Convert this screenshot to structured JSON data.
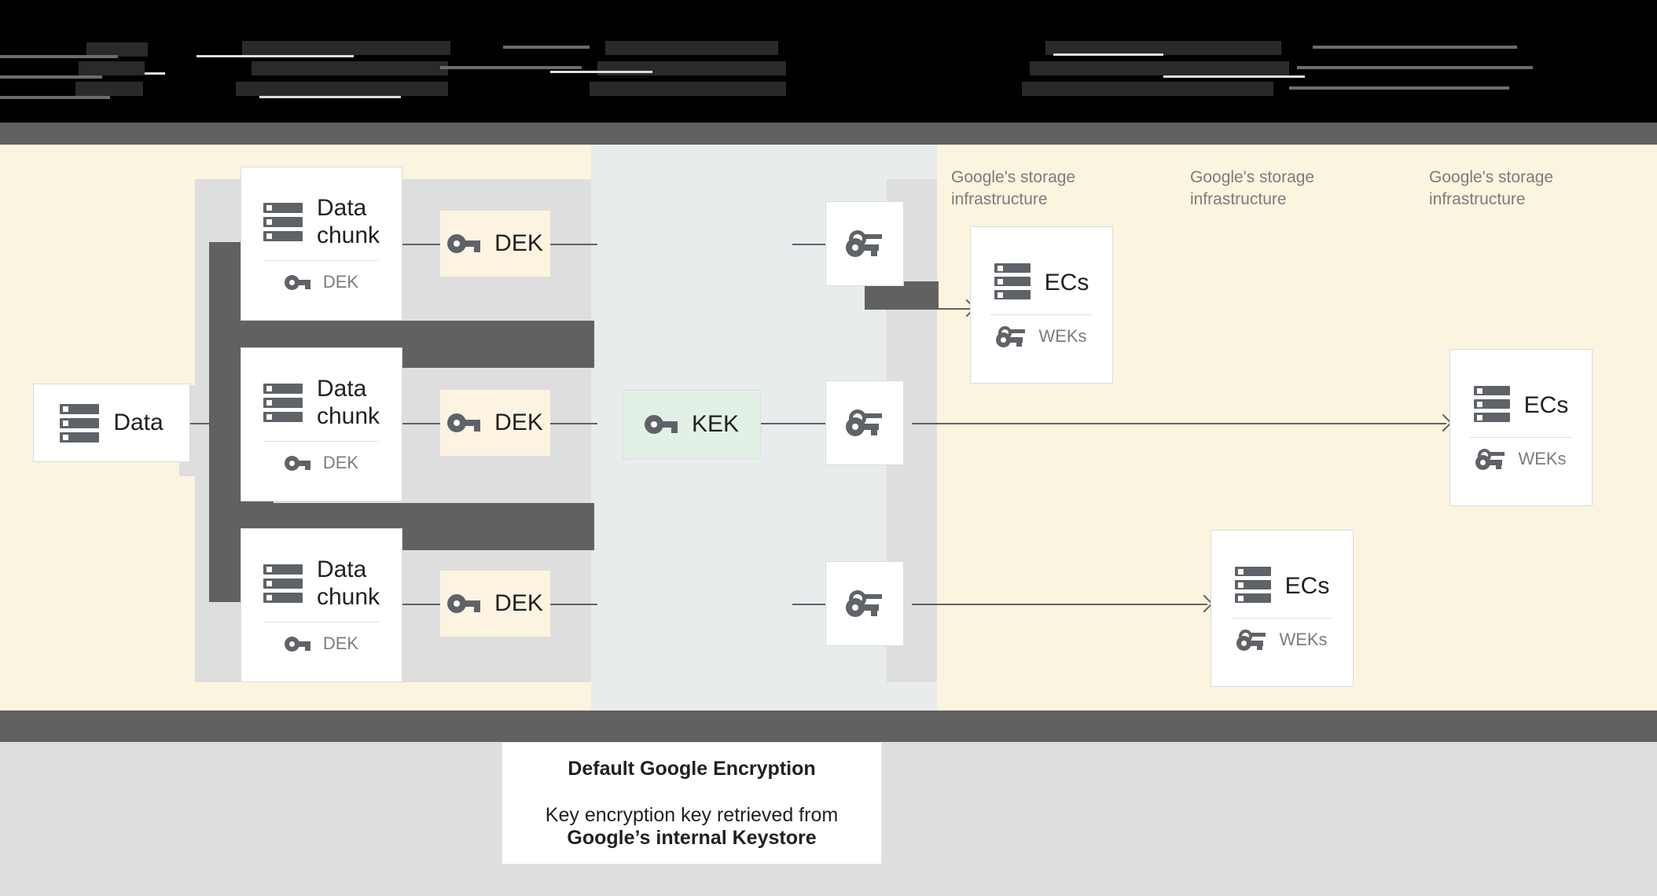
{
  "diagram": {
    "title_obscured": true,
    "background_colors": {
      "cream": "#fbf4df",
      "gray": "#dedede",
      "blue_gray": "#e8ecec",
      "dark_overlay": "#616161",
      "white": "#ffffff"
    },
    "accent_colors": {
      "dek_fill": "#fcf4e0",
      "kek_fill": "#e2f0e6",
      "icon": "#5f6368",
      "muted_text": "#7c7c7c",
      "body_text": "#202124"
    }
  },
  "source_card": {
    "label": "Data",
    "icon": "server-stack-icon"
  },
  "chunks": [
    {
      "title_line1": "Data",
      "title_line2": "chunk",
      "icon": "server-stack-icon",
      "key_label": "DEK",
      "key_icon": "key-icon"
    },
    {
      "title_line1": "Data",
      "title_line2": "chunk",
      "icon": "server-stack-icon",
      "key_label": "DEK",
      "key_icon": "key-icon"
    },
    {
      "title_line1": "Data",
      "title_line2": "chunk",
      "icon": "server-stack-icon",
      "key_label": "DEK",
      "key_icon": "key-icon"
    }
  ],
  "dek_boxes": [
    {
      "label": "DEK",
      "icon": "key-icon"
    },
    {
      "label": "DEK",
      "icon": "key-icon"
    },
    {
      "label": "DEK",
      "icon": "key-icon"
    }
  ],
  "kek_box": {
    "label": "KEK",
    "icon": "key-icon"
  },
  "wrapped_key_tiles": [
    {
      "icon": "double-key-icon"
    },
    {
      "icon": "double-key-icon"
    },
    {
      "icon": "double-key-icon"
    }
  ],
  "storage_labels": [
    "Google's storage infrastructure",
    "Google's storage infrastructure",
    "Google's storage infrastructure"
  ],
  "ec_cards": [
    {
      "title": "ECs",
      "icon": "server-stack-icon",
      "key_label": "WEKs",
      "key_icon": "double-key-icon"
    },
    {
      "title": "ECs",
      "icon": "server-stack-icon",
      "key_label": "WEKs",
      "key_icon": "double-key-icon"
    },
    {
      "title": "ECs",
      "icon": "server-stack-icon",
      "key_label": "WEKs",
      "key_icon": "double-key-icon"
    }
  ],
  "caption": {
    "title": "Default Google Encryption",
    "line1": "Key encryption key retrieved from",
    "line2": "Google’s internal Keystore"
  }
}
